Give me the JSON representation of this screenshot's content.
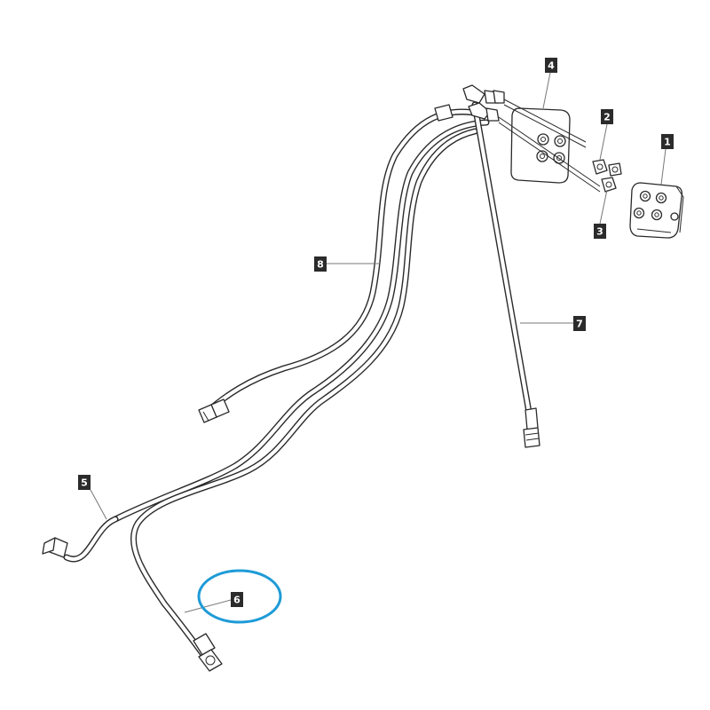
{
  "highlight_color": "#1e9bd7",
  "highlighted_callout": "6",
  "callouts": [
    {
      "id": "c1",
      "label": "1"
    },
    {
      "id": "c2",
      "label": "2"
    },
    {
      "id": "c3",
      "label": "3"
    },
    {
      "id": "c4",
      "label": "4"
    },
    {
      "id": "c5",
      "label": "5"
    },
    {
      "id": "c6",
      "label": "6"
    },
    {
      "id": "c7",
      "label": "7"
    },
    {
      "id": "c8",
      "label": "8"
    }
  ]
}
